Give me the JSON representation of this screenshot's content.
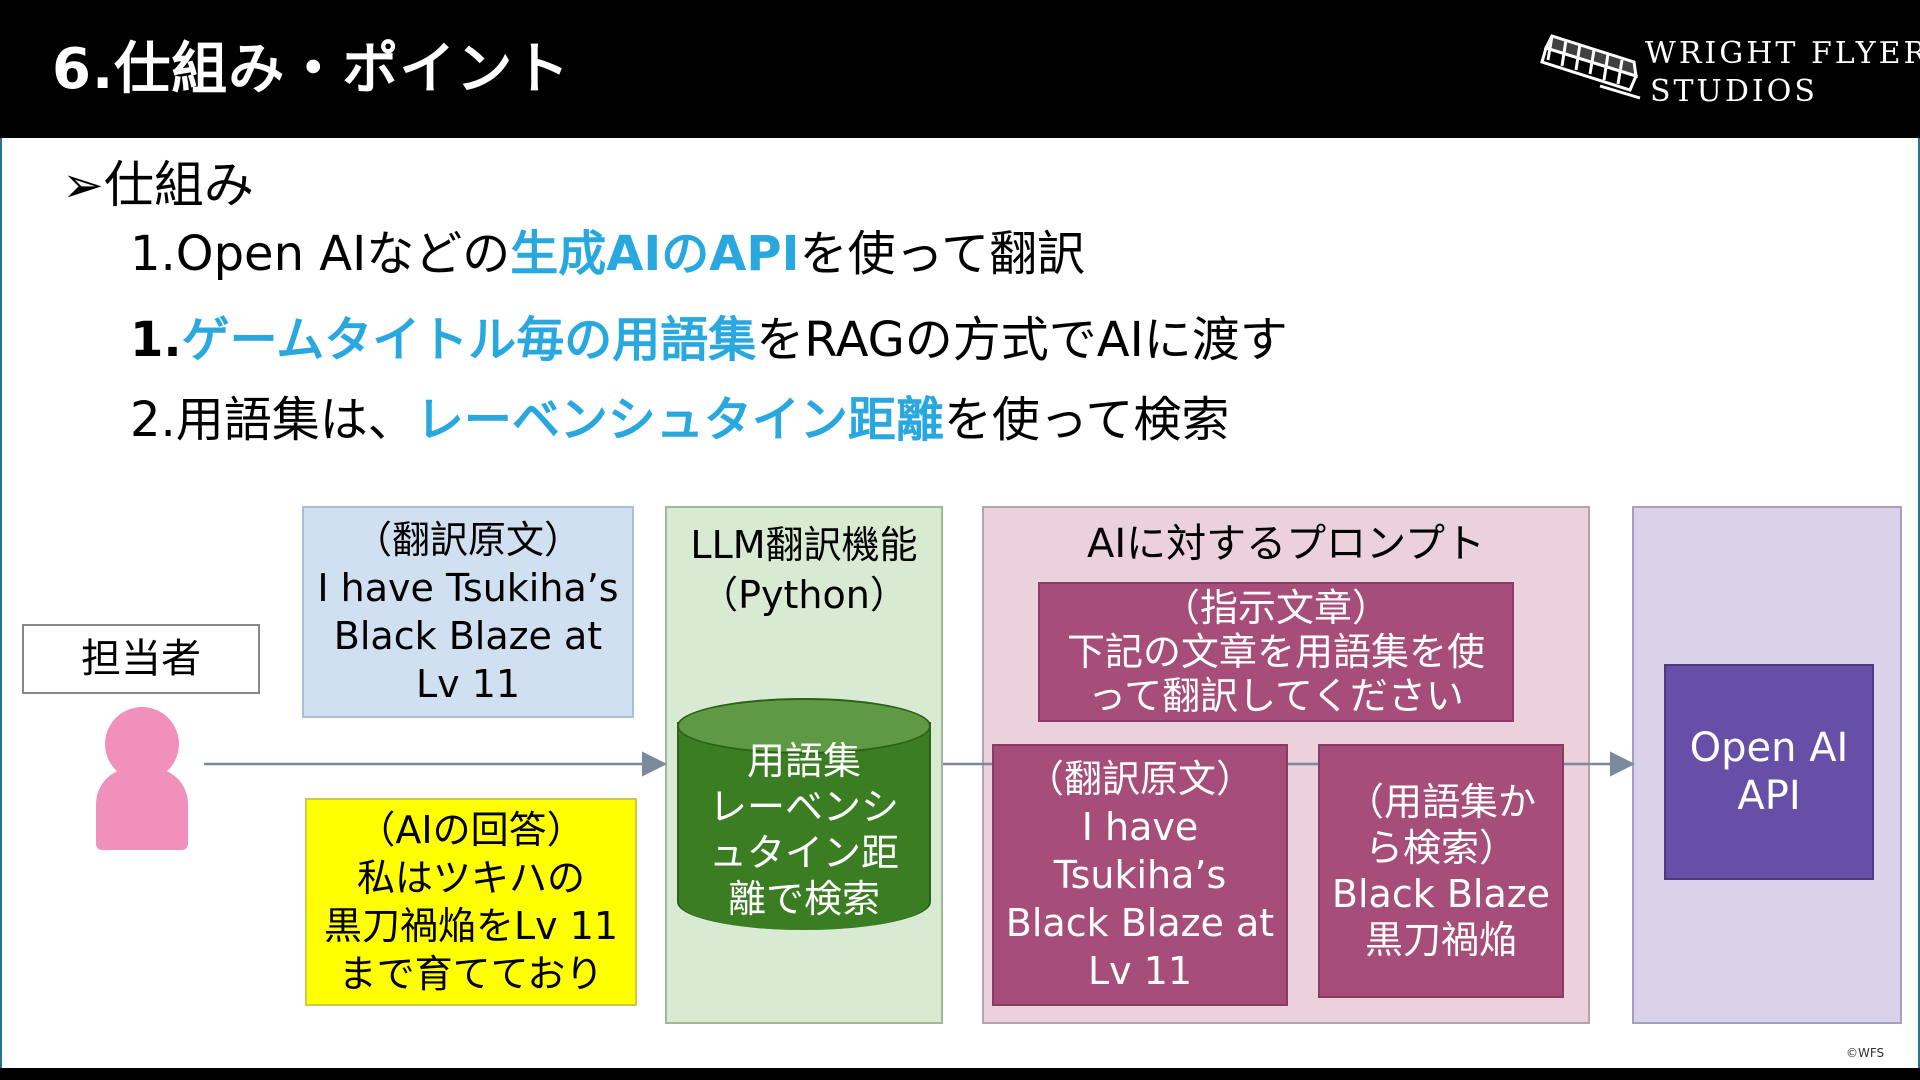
{
  "header": {
    "title": "6.仕組み・ポイント",
    "logo_line1": "WRIGHT FLYER",
    "logo_line2": "STUDIOS"
  },
  "section": {
    "bullet_mark": "➢",
    "heading": "仕組み"
  },
  "bullets": [
    {
      "pre": "1.Open AIなどの",
      "highlight": "生成AIのAPI",
      "post": "を使って翻訳"
    },
    {
      "pre": "1.",
      "highlight": "ゲームタイトル毎の用語集",
      "post": "をRAGの方式でAIに渡す"
    },
    {
      "pre": "2.用語集は、",
      "highlight": "レーベンシュタイン距離",
      "post": "を使って検索"
    }
  ],
  "diagram": {
    "person_label": "担当者",
    "source_box": {
      "line1": "（翻訳原文）",
      "line2": "I have Tsukiha’s",
      "line3": "Black Blaze at",
      "line4": "Lv 11"
    },
    "answer_box": {
      "line1": "（AIの回答）",
      "line2": "私はツキハの",
      "line3": "黒刀禍焔をLv 11",
      "line4": "まで育てており"
    },
    "llm_panel": {
      "line1": "LLM翻訳機能",
      "line2": "（Python）"
    },
    "db": {
      "line1": "用語集",
      "line2": "レーベンシ",
      "line3": "ュタイン距",
      "line4": "離で検索"
    },
    "prompt_panel": {
      "title": "AIに対するプロンプト",
      "instruction": {
        "line1": "（指示文章）",
        "line2": "下記の文章を用語集を使",
        "line3": "って翻訳してください"
      },
      "source": {
        "line1": "（翻訳原文）",
        "line2": "I have",
        "line3": "Tsukiha’s",
        "line4": "Black Blaze at",
        "line5": "Lv 11"
      },
      "glossary": {
        "line1": "（用語集か",
        "line2": "ら検索）",
        "line3": "Black Blaze",
        "line4": "黒刀禍焔"
      }
    },
    "api_box": {
      "line1": "Open AI",
      "line2": "API"
    }
  },
  "footer": {
    "copyright": "©WFS"
  },
  "colors": {
    "highlight": "#29a8e0",
    "header_bg": "#000000",
    "source_box": "#d0e0f0",
    "answer_box": "#ffff00",
    "llm_panel": "#d9ead3",
    "db": "#3a7d22",
    "prompt_panel": "#ead1dc",
    "prompt_inner": "#a64d79",
    "api_panel": "#d9d2e9",
    "api_box": "#674ea7",
    "person": "#f190bb"
  }
}
